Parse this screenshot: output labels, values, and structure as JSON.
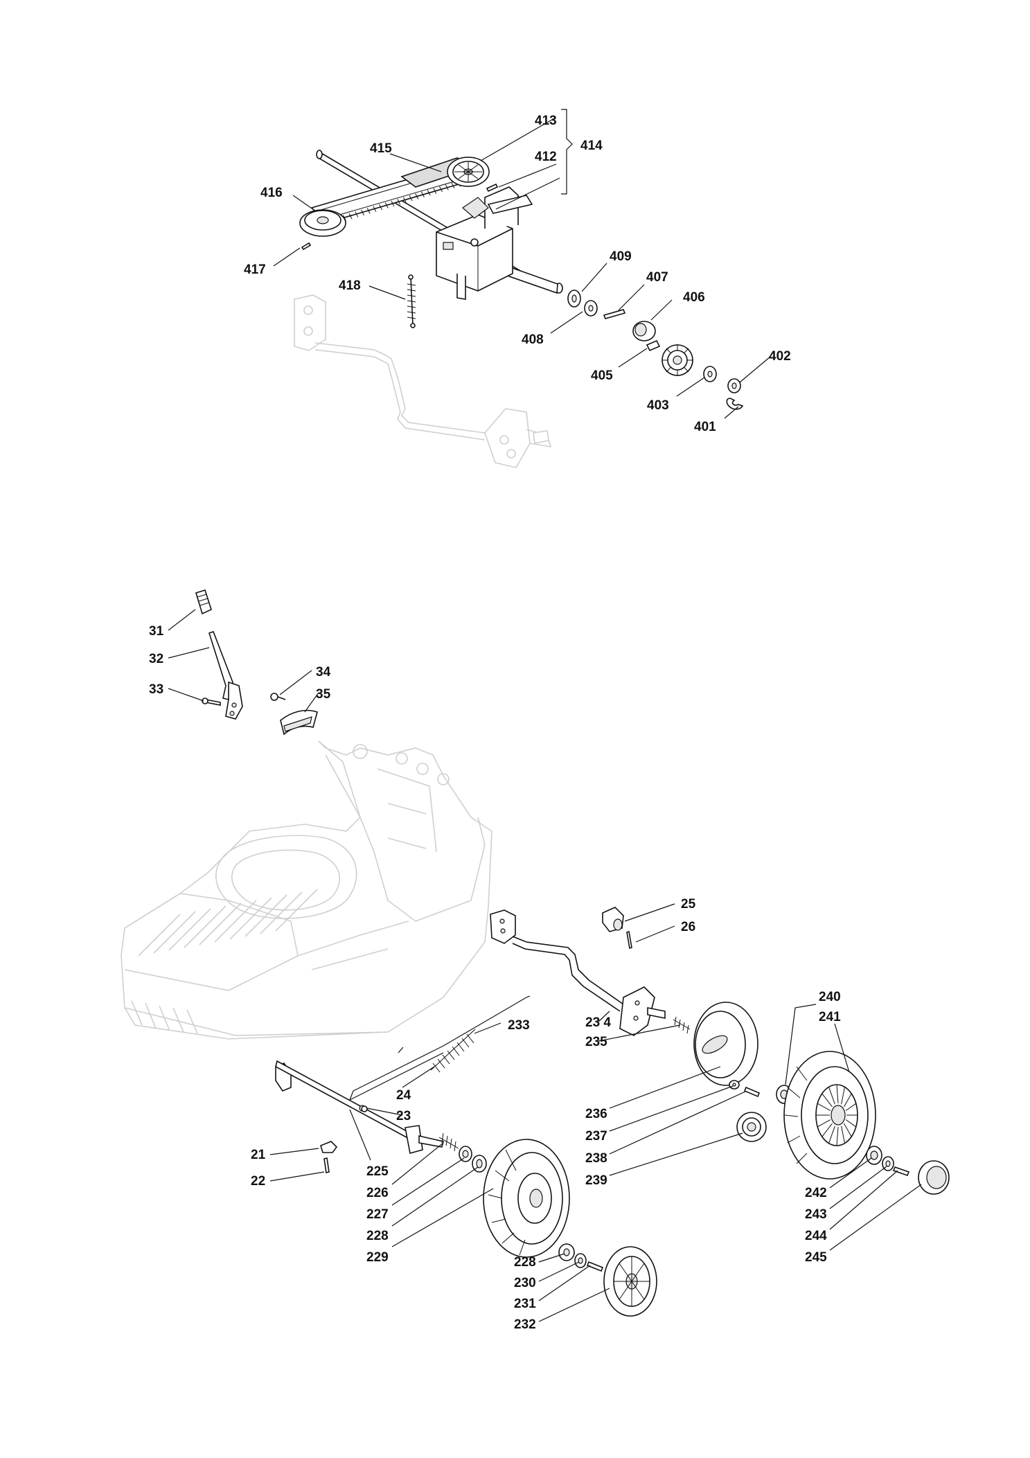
{
  "labels": {
    "l401": "401",
    "l402": "402",
    "l403": "403",
    "l405": "405",
    "l406": "406",
    "l407": "407",
    "l408": "408",
    "l409": "409",
    "l412": "412",
    "l413": "413",
    "l414": "414",
    "l415": "415",
    "l416": "416",
    "l417": "417",
    "l418": "418",
    "l21": "21",
    "l22": "22",
    "l23": "23",
    "l24": "24",
    "l25": "25",
    "l26": "26",
    "l31": "31",
    "l32": "32",
    "l33": "33",
    "l34": "34",
    "l35": "35",
    "l225": "225",
    "l226": "226",
    "l227": "227",
    "l228a": "228",
    "l228b": "228",
    "l229": "229",
    "l230": "230",
    "l231": "231",
    "l232": "232",
    "l233": "233",
    "l234": "23 4",
    "l235": "235",
    "l236": "236",
    "l237": "237",
    "l238": "238",
    "l239": "239",
    "l240": "240",
    "l241": "241",
    "l242": "242",
    "l243": "243",
    "l244": "244",
    "l245": "245"
  }
}
